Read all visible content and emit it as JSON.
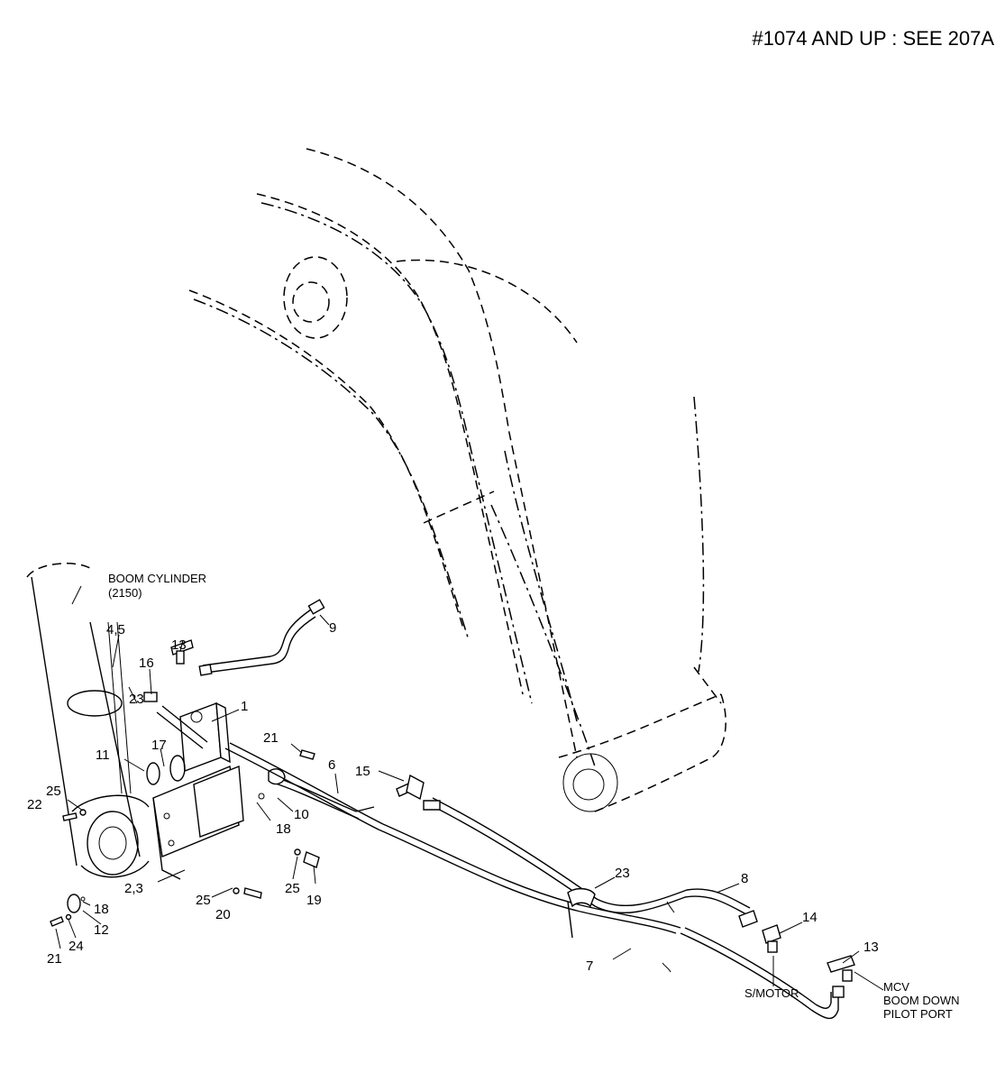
{
  "header": {
    "note": "#1074 AND UP : SEE 207A"
  },
  "annotations": {
    "boom_cylinder_1": "BOOM CYLINDER",
    "boom_cylinder_2": "(2150)",
    "s_motor": "S/MOTOR",
    "mcv_1": "MCV",
    "mcv_2": "BOOM DOWN",
    "mcv_3": "PILOT PORT"
  },
  "callouts": [
    "1",
    "2,3",
    "4,5",
    "6",
    "7",
    "8",
    "9",
    "10",
    "11",
    "12",
    "13",
    "13",
    "14",
    "15",
    "16",
    "17",
    "18",
    "18",
    "19",
    "20",
    "21",
    "21",
    "22",
    "23",
    "23",
    "24",
    "25",
    "25",
    "25"
  ]
}
